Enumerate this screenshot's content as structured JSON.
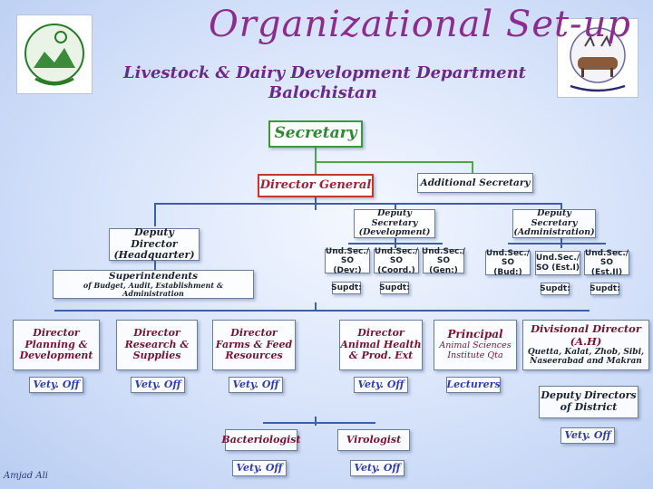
{
  "header": {
    "title": "Organizational Set-up",
    "subtitle_line1": "Livestock & Dairy Development Department",
    "subtitle_line2": "Balochistan"
  },
  "logos": {
    "left": "balochistan-govt-emblem",
    "right": "livestock-department-emblem"
  },
  "chart": {
    "secretary": "Secretary",
    "director_general": "Director General",
    "additional_secretary": "Additional Secretary",
    "deputy_secretary_dev": "Deputy Secretary (Development)",
    "deputy_secretary_admin": "Deputy Secretary (Administration)",
    "deputy_director_hq": "Deputy Director (Headquarter)",
    "superintendents_title": "Superintendents",
    "superintendents_sub": "of Budget, Audit, Establishment & Administration",
    "und_sec": [
      "Und.Sec./ SO (Dev:)",
      "Und.Sec./ SO (Coord.)",
      "Und.Sec./ SO (Gen:)",
      "Und.Sec./ SO (Bud:)",
      "Und.Sec./ SO (Est.I)",
      "Und.Sec./ SO (Est.II)"
    ],
    "supdt": [
      "Supdt:",
      "Supdt:",
      "Supdt:",
      "Supdt:"
    ],
    "directors": [
      "Director Planning & Development",
      "Director Research & Supplies",
      "Director Farms & Feed Resources",
      "Director Animal Health & Prod. Ext",
      "Principal",
      "Divisional Director (A.H)"
    ],
    "principal_sub": "Animal Sciences Institute Qta",
    "divisional_sub": "Quetta, Kalat, Zhob, Sibi, Naseerabad and Makran",
    "vety_off": "Vety. Off",
    "lecturers": "Lecturers",
    "deputy_directors_district": "Deputy Directors of District",
    "bacteriologist": "Bacteriologist",
    "virologist": "Virologist"
  },
  "footer": {
    "author": "Amjad Ali"
  },
  "colors": {
    "line": "#3d5fa8",
    "secretary_border": "#3a9a3a",
    "dg_border": "#c0392b",
    "title": "#8c2c8c"
  }
}
